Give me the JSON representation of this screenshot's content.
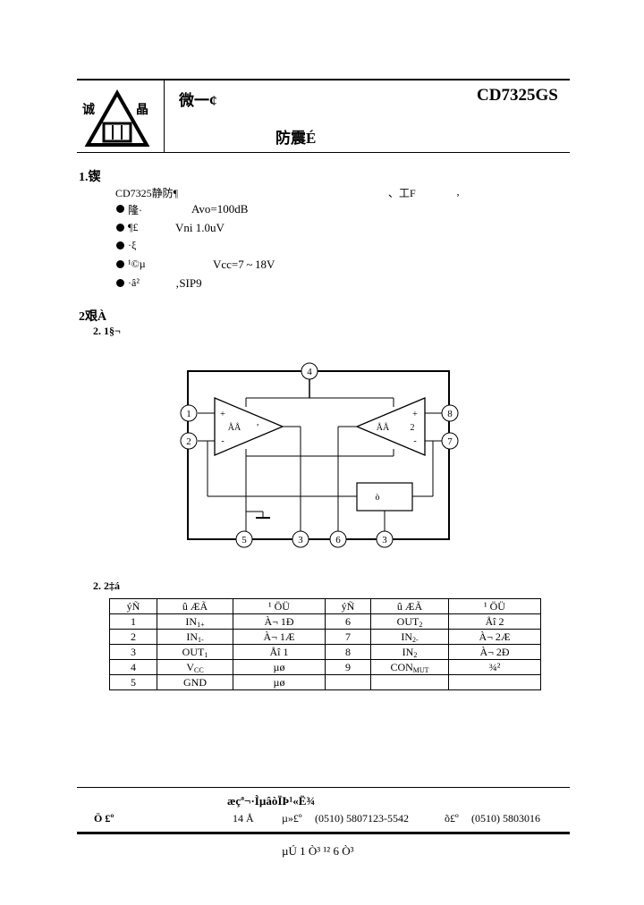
{
  "header": {
    "logo_chars": [
      "诚",
      "晶"
    ],
    "line1_left": "微一¢",
    "part_number": "CD7325GS",
    "subtitle": "防震É"
  },
  "section1": {
    "heading": "1.锲­",
    "intro_a": "CD7325静防¶",
    "intro_b": "、工F",
    "intro_c": "‚",
    "bullets": [
      {
        "label": "隆·",
        "value": "Avo=100dB"
      },
      {
        "label": "¶£",
        "value": "Vni 1.0uV"
      },
      {
        "label": "·ξ",
        "value": ""
      },
      {
        "label": "¹©µ",
        "value": "Vcc=7 ~ 18V"
      },
      {
        "label": "·â²",
        "value": "‚SIP9"
      }
    ]
  },
  "section2": {
    "heading": "2艰À",
    "sub1": "2. 1§¬",
    "sub2": "2. 2‡á"
  },
  "diagram": {
    "pins": [
      "4",
      "1",
      "2",
      "8",
      "7",
      "5",
      "3",
      "6",
      "3"
    ],
    "amp1_plus": "+",
    "amp1_minus": "-",
    "amp1_label": "ÅÅ",
    "amp1_mark": "’",
    "amp2_plus": "+",
    "amp2_minus": "-",
    "amp2_label": "ÅÅ",
    "amp2_num": "2",
    "box_label": "ò"
  },
  "pin_table": {
    "headers": [
      "ýÑ",
      "û ÆÃ",
      "¹ ÖÜ",
      "ýÑ",
      "û ÆÃ",
      "¹ ÖÜ"
    ],
    "rows": [
      {
        "n1": "1",
        "name1": "IN",
        "sub1": "1+",
        "fn1": "À¬ 1Đ",
        "n2": "6",
        "name2": "OUT",
        "sub2": "2",
        "fn2": "Åî 2"
      },
      {
        "n1": "2",
        "name1": "IN",
        "sub1": "1-",
        "fn1": "À¬ 1Æ",
        "n2": "7",
        "name2": "IN",
        "sub2": "2-",
        "fn2": "À¬ 2Æ"
      },
      {
        "n1": "3",
        "name1": "OUT",
        "sub1": "1",
        "fn1": "Åî 1",
        "n2": "8",
        "name2": "IN",
        "sub2": "2",
        "fn2": "À¬ 2Đ"
      },
      {
        "n1": "4",
        "name1": "V",
        "sub1": "CC",
        "fn1": "µø",
        "n2": "9",
        "name2": "CON",
        "sub2": "MUT",
        "fn2": "¾²"
      },
      {
        "n1": "5",
        "name1": "GND",
        "sub1": "",
        "fn1": "µø",
        "n2": "",
        "name2": "",
        "sub2": "",
        "fn2": ""
      }
    ]
  },
  "footer": {
    "company": "æçª¬·ÌµâòÏÞ¹«Ë¾",
    "addr_label": "Ö £º",
    "addr_text": "14 Å",
    "phone_label": "µ»£º",
    "phone": "(0510) 5807123-5542",
    "fax_label": "õ£º",
    "fax": "(0510) 5803016",
    "page": "µÚ 1 Ò³ ¹² 6 Ò³"
  }
}
